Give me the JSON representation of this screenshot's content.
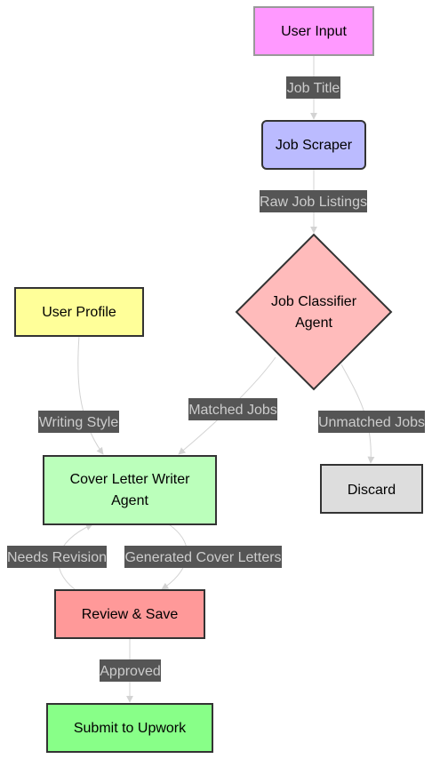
{
  "nodes": {
    "user_input": {
      "label": "User Input",
      "fill": "#ff99ff",
      "stroke": "#999999"
    },
    "job_scraper": {
      "label": "Job Scraper",
      "fill": "#bbbbff",
      "stroke": "#333333"
    },
    "job_classifier": {
      "label_line1": "Job Classifier",
      "label_line2": "Agent",
      "fill": "#ffbbbb",
      "stroke": "#333333"
    },
    "user_profile": {
      "label": "User Profile",
      "fill": "#ffff99",
      "stroke": "#333333"
    },
    "cover_letter_writer": {
      "label_line1": "Cover Letter Writer",
      "label_line2": "Agent",
      "fill": "#bbffbb",
      "stroke": "#333333"
    },
    "discard": {
      "label": "Discard",
      "fill": "#dddddd",
      "stroke": "#333333"
    },
    "review_save": {
      "label": "Review & Save",
      "fill": "#ff9999",
      "stroke": "#333333"
    },
    "submit_upwork": {
      "label": "Submit to Upwork",
      "fill": "#88ff88",
      "stroke": "#333333"
    }
  },
  "edges": {
    "job_title": "Job Title",
    "raw_job_listings": "Raw Job Listings",
    "writing_style": "Writing Style",
    "matched_jobs": "Matched Jobs",
    "unmatched_jobs": "Unmatched Jobs",
    "needs_revision": "Needs Revision",
    "generated_cover_letters": "Generated Cover Letters",
    "approved": "Approved"
  },
  "colors": {
    "edge_stroke": "#d3d3d3",
    "edge_label_bg": "#555555",
    "edge_label_text": "#cccccc"
  }
}
